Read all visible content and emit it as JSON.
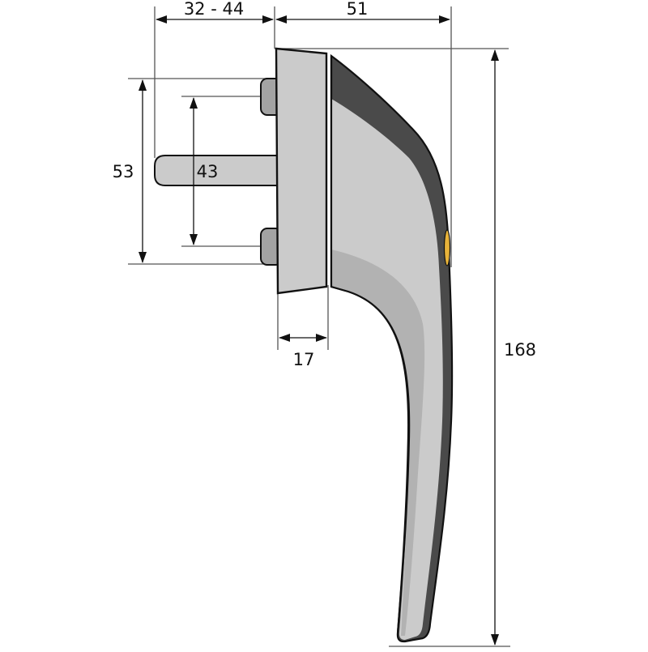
{
  "diagram": {
    "subject": "Window handle technical drawing",
    "units": "mm",
    "dimensions": {
      "spindle_length": "32 - 44",
      "handle_projection": "51",
      "screw_spacing_outer": "53",
      "screw_spacing_inner": "43",
      "base_depth": "17",
      "handle_height": "168"
    },
    "colors": {
      "line": "#111111",
      "dim_line": "#555555",
      "body_light": "#cbcbcb",
      "body_mid": "#b2b2b2",
      "body_dark": "#4a4a4a",
      "screw_head": "#a3a3a3",
      "button_accent": "#e8b33a"
    }
  }
}
